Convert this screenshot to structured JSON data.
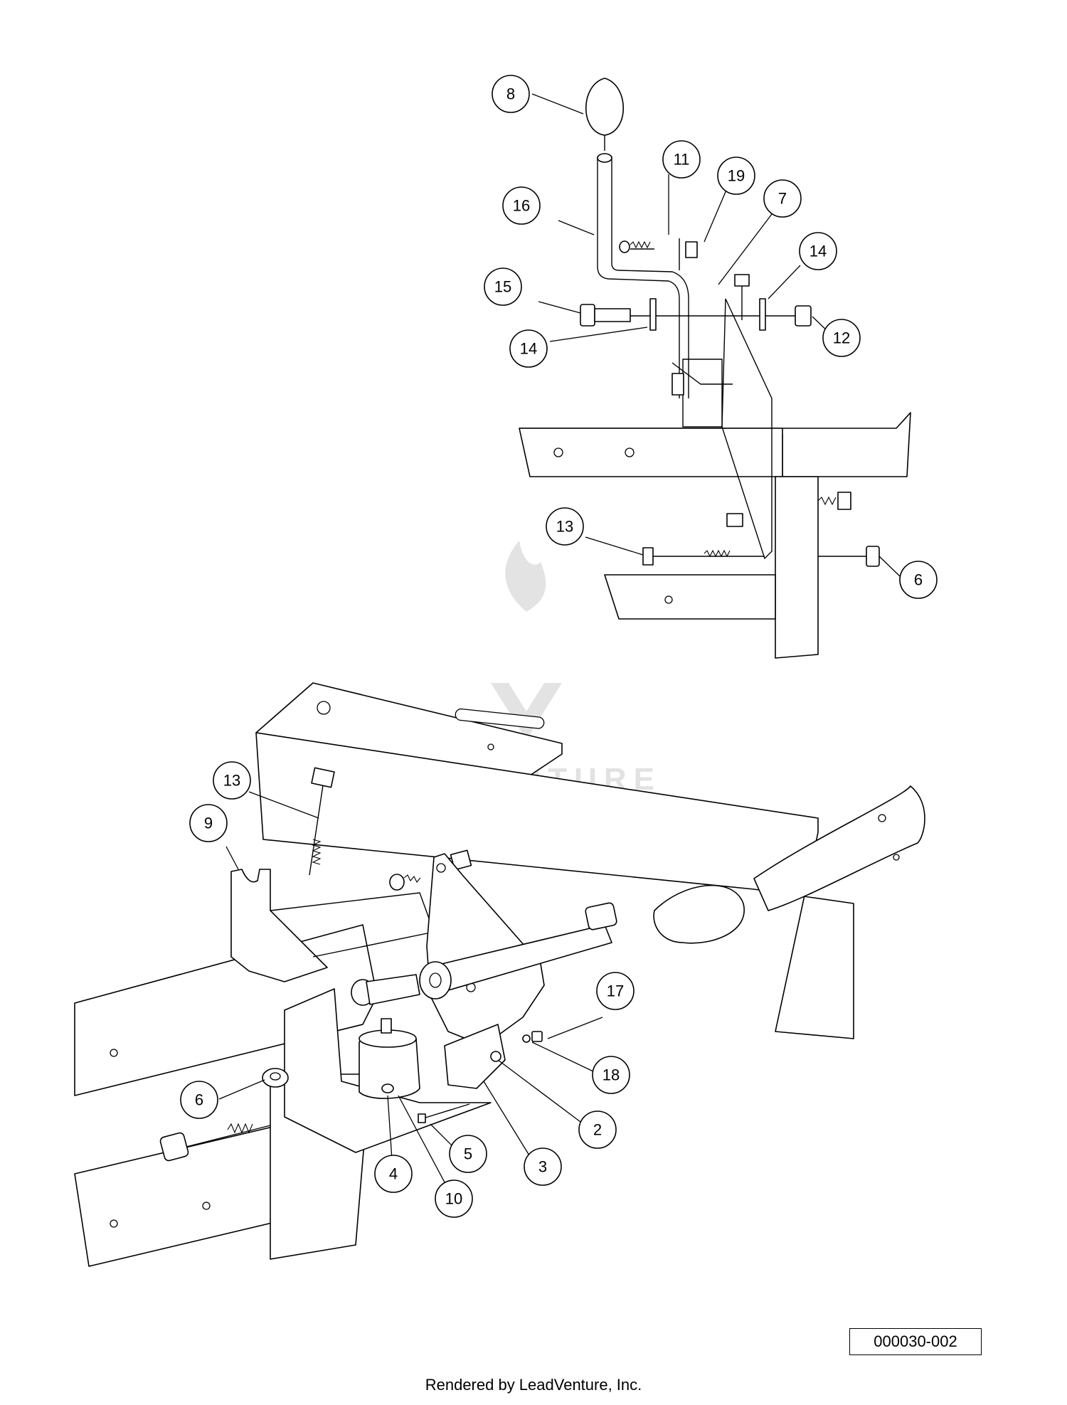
{
  "callouts": {
    "c8": "8",
    "c11": "11",
    "c19": "19",
    "c16": "16",
    "c7": "7",
    "c14a": "14",
    "c15": "15",
    "c14b": "14",
    "c12": "12",
    "c13a": "13",
    "c6a": "6",
    "c13b": "13",
    "c9": "9",
    "c17": "17",
    "c18": "18",
    "c6b": "6",
    "c2": "2",
    "c5": "5",
    "c4": "4",
    "c3": "3",
    "c10": "10"
  },
  "watermark": {
    "text": "LEADVENTURE"
  },
  "diagram_id": "000030-002",
  "footer": "Rendered by LeadVenture, Inc."
}
